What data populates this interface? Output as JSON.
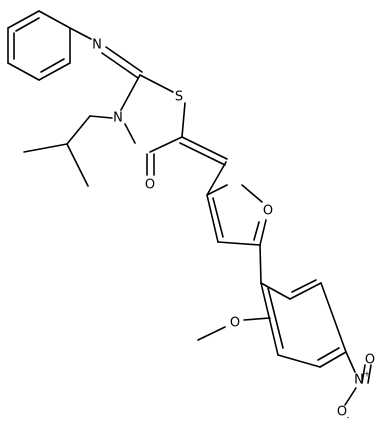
{
  "atoms": {
    "imine_n": "N",
    "sulfur": "S",
    "ring_n": "N",
    "carbonyl_o": "O",
    "furan_o": "O",
    "methoxy_o": "O",
    "nitro_n": "N",
    "nitro_n_charge": "+",
    "nitro_o_top": "O",
    "nitro_o_bottom": "O",
    "nitro_o_bottom_charge": "-"
  },
  "colors": {
    "bond": "#000000",
    "label": "#000000",
    "background": "#ffffff"
  }
}
